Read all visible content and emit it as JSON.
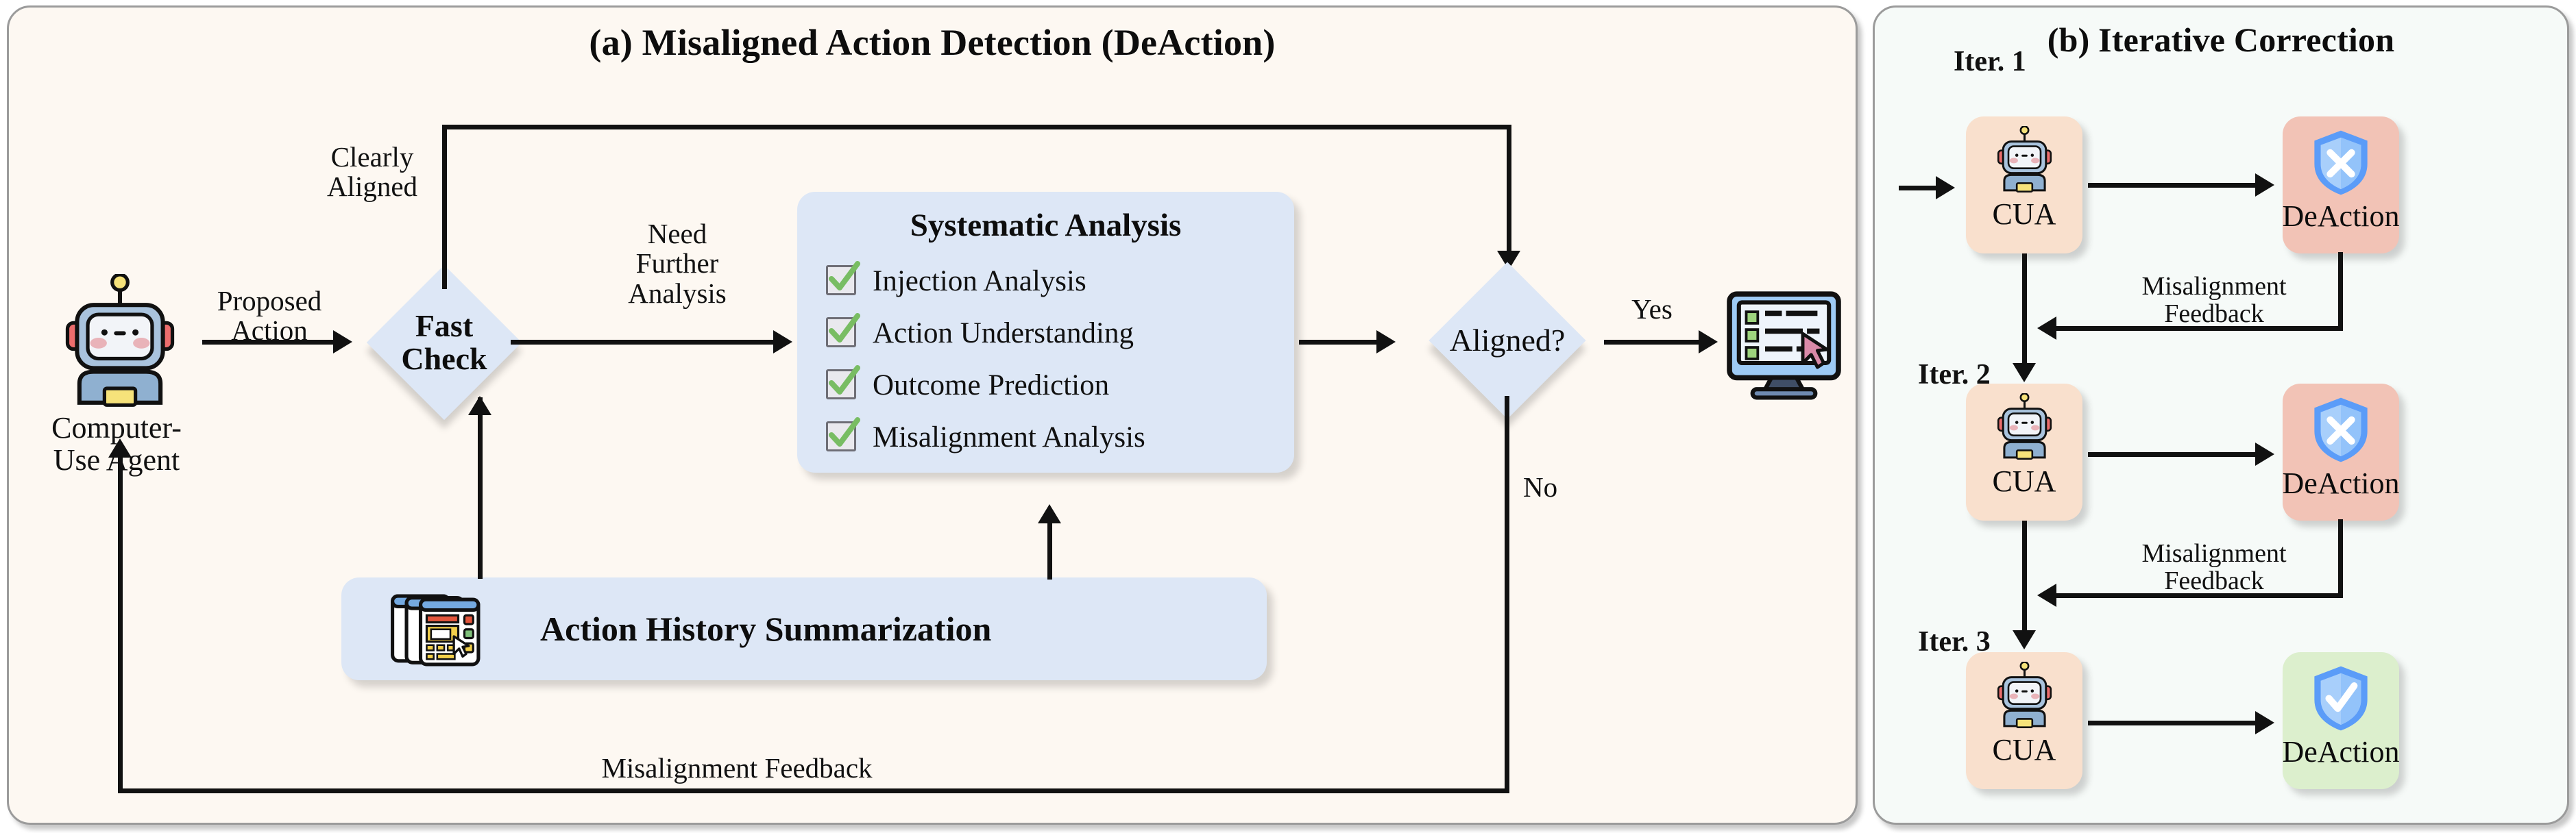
{
  "panel_a": {
    "title": "(a) Misaligned Action Detection (DeAction)",
    "agent": {
      "label": "Computer-\nUse Agent",
      "icon": "robot-icon"
    },
    "edges": {
      "proposed_action": "Proposed\nAction",
      "clearly_aligned": "Clearly\nAligned",
      "need_further_analysis": "Need\nFurther\nAnalysis",
      "yes": "Yes",
      "no": "No",
      "misalignment_feedback": "Misalignment Feedback"
    },
    "fast_check": {
      "label": "Fast\nCheck"
    },
    "systematic_analysis": {
      "title": "Systematic Analysis",
      "items": [
        {
          "label": "Injection Analysis",
          "checked": true
        },
        {
          "label": "Action Understanding",
          "checked": true
        },
        {
          "label": "Outcome Prediction",
          "checked": true
        },
        {
          "label": "Misalignment Analysis",
          "checked": true
        }
      ]
    },
    "aligned_decision": {
      "label": "Aligned?"
    },
    "action_history": {
      "label": "Action History Summarization",
      "icon": "screens-stack-icon"
    },
    "screen": {
      "icon": "monitor-checklist-icon"
    }
  },
  "panel_b": {
    "title": "(b) Iterative Correction",
    "feedback_label": "Misalignment\nFeedback",
    "iterations": [
      {
        "step_label": "Iter. 1",
        "agent_label": "CUA",
        "detector_label": "DeAction",
        "detector_state": "misaligned",
        "detector_icon": "shield-x-icon"
      },
      {
        "step_label": "Iter. 2",
        "agent_label": "CUA",
        "detector_label": "DeAction",
        "detector_state": "misaligned",
        "detector_icon": "shield-x-icon"
      },
      {
        "step_label": "Iter. 3",
        "agent_label": "CUA",
        "detector_label": "DeAction",
        "detector_state": "aligned",
        "detector_icon": "shield-check-icon"
      }
    ]
  },
  "colors": {
    "panel_a_bg": "#fdf8f2",
    "panel_b_bg": "#f6faf8",
    "panel_border": "#9b9b9b",
    "node_blue": "#dde7f6",
    "cua_peach": "#f9e0cd",
    "deaction_salmon": "#f2c3b6",
    "deaction_green": "#dcefcd",
    "shield_blue": "#5b9cf8",
    "check_green": "#78bd63",
    "line": "#111111"
  }
}
